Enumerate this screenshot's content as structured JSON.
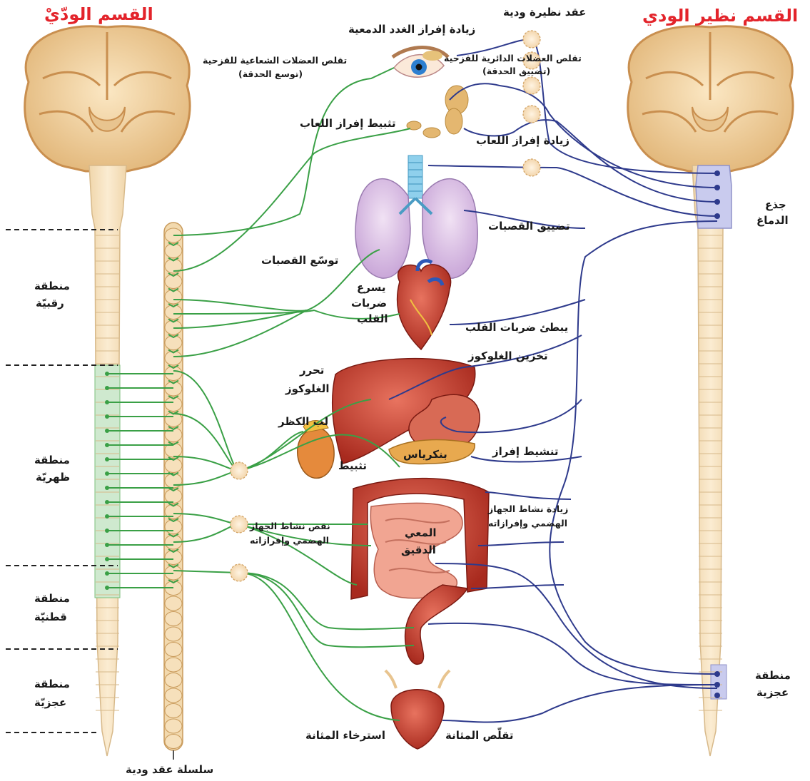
{
  "titles": {
    "sympathetic": "القسم الودّيْ",
    "parasympathetic": "القسم نظير الودي"
  },
  "labels": {
    "lacrimal": "زيادة إفراز الغدد الدمعية",
    "para_ganglion": "عقد نظيرة ودية",
    "radial_muscle": "تقلص العضلات الشعاعية للقزحية",
    "pupil_dilation": "(توسع الحدقة)",
    "circular_muscle": "تقلص العضلات الدائرية للقزحية",
    "pupil_constriction": "(تضييق الحدقة)",
    "saliva_inhibit": "تثبيط إفراز اللعاب",
    "saliva_increase": "زيادة إفراز اللعاب",
    "brainstem_1": "جذع",
    "brainstem_2": "الدماغ",
    "bronchoconstrict": "تضييق القصبات",
    "bronchodilate": "توسّع القصبات",
    "cervical_1": "منطقة",
    "cervical_2": "رقبيّة",
    "heart_fast_1": "يسرع",
    "heart_fast_2": "ضربات",
    "heart_fast_3": "القلب",
    "heart_slow": "يبطئ ضربات القلب",
    "glucose_store": "تخزين الغلوكوز",
    "glucose_release_1": "تحرر",
    "glucose_release_2": "الغلوكوز",
    "adrenal": "لب الكظر",
    "secretion_stim": "تنشيط إفراز",
    "pancreas": "بنكرياس",
    "inhibit": "تثبيط",
    "thoracic_1": "منطقة",
    "thoracic_2": "ظهريّة",
    "digest_increase_1": "زيادة نشاط الجهاز",
    "digest_increase_2": "الهضمي وإفرازاته",
    "digest_decrease_1": "نقص نشاط الجهاز",
    "digest_decrease_2": "الهضمي وإفرازاته",
    "small_intestine_1": "المعي",
    "small_intestine_2": "الدقيق",
    "lumbar_1": "منطقة",
    "lumbar_2": "قطنيّة",
    "sacral_left_1": "منطقة",
    "sacral_left_2": "عجزيّة",
    "sacral_right_1": "منطقة",
    "sacral_right_2": "عجزية",
    "bladder_relax": "استرخاء المثانة",
    "bladder_contract": "تقلّص المثانة",
    "sympathetic_chain": "سلسلة عقد ودية"
  },
  "colors": {
    "title": "#e3242b",
    "sympathetic_nerve": "#3aa046",
    "parasympathetic_nerve": "#2e3a8c",
    "brain_tissue": "#f1d3a1",
    "spinal_cord": "#f5e1bd",
    "brainstem_highlight": "#c9cbee",
    "thoracolumbar_highlight": "#cfe9cf",
    "organ_red": "#c63b2c",
    "lung": "#d8bfe3"
  }
}
